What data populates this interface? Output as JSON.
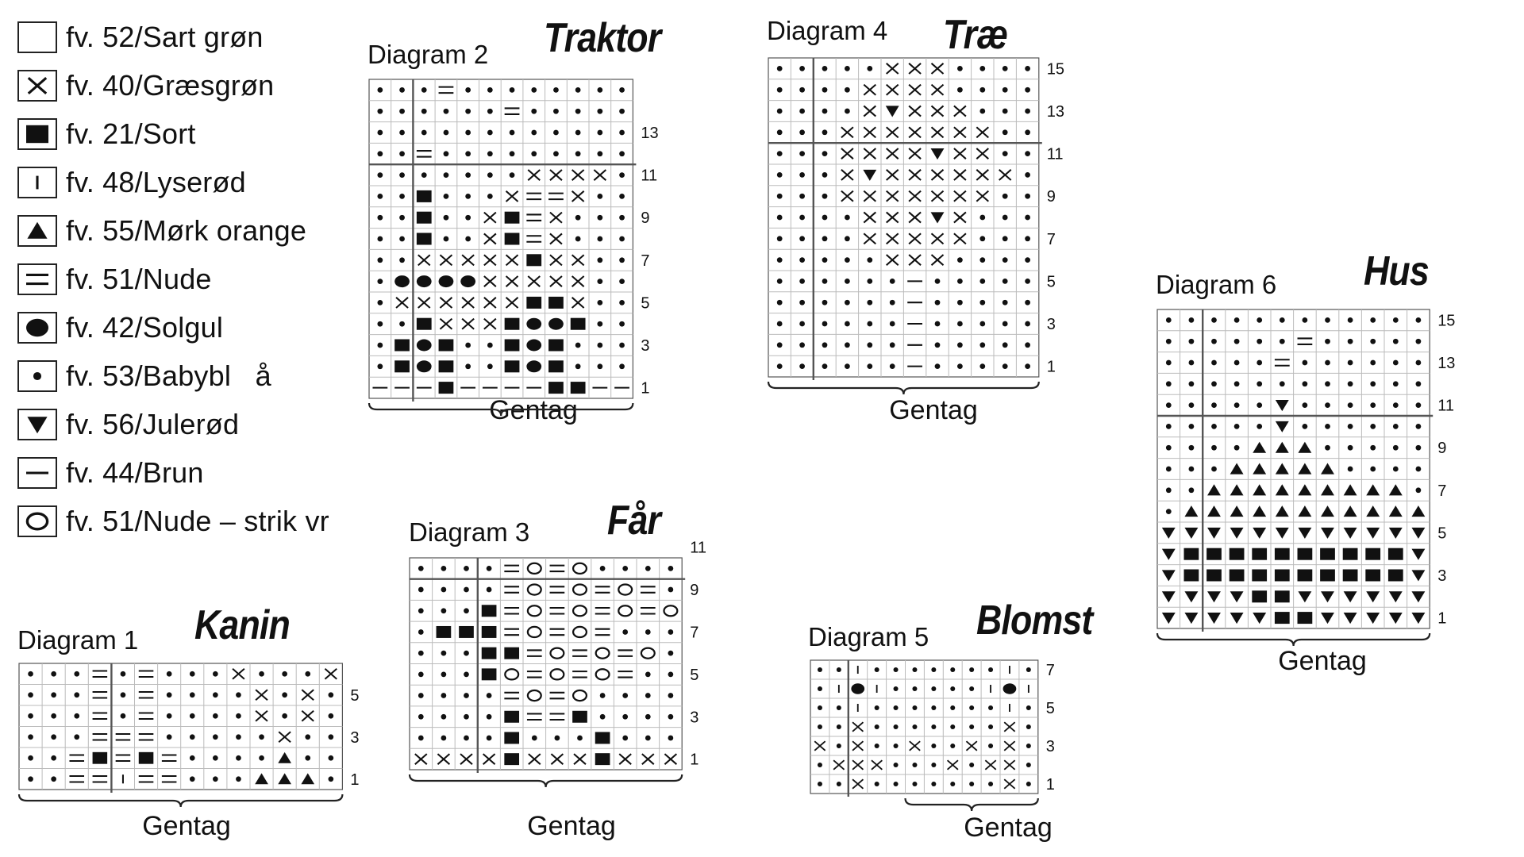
{
  "legend": [
    {
      "sym": "empty",
      "label": "fv. 52/Sart grøn",
      "icon": "empty-square-icon"
    },
    {
      "sym": "x",
      "label": "fv. 40/Græsgrøn",
      "icon": "cross-icon"
    },
    {
      "sym": "sq",
      "label": "fv. 21/Sort",
      "icon": "filled-square-icon"
    },
    {
      "sym": "i",
      "label": "fv. 48/Lyserød",
      "icon": "vertical-bar-icon"
    },
    {
      "sym": "tri",
      "label": "fv. 55/Mørk orange",
      "icon": "triangle-up-icon"
    },
    {
      "sym": "eq",
      "label": "fv. 51/Nude",
      "icon": "equals-icon"
    },
    {
      "sym": "big",
      "label": "fv. 42/Solgul",
      "icon": "filled-circle-icon"
    },
    {
      "sym": "dot",
      "label": "fv. 53/Babybl   å",
      "icon": "dot-icon"
    },
    {
      "sym": "tdn",
      "label": "fv. 56/Julerød",
      "icon": "triangle-down-icon"
    },
    {
      "sym": "dash",
      "label": "fv. 44/Brun",
      "icon": "dash-icon"
    },
    {
      "sym": "o",
      "label": "fv. 51/Nude – strik vr",
      "icon": "open-circle-icon"
    }
  ],
  "repeat_label": "Gentag",
  "diagrams": [
    {
      "id": "d1",
      "label": "Diagram 1",
      "motif": "Kanin",
      "row_labels": [
        "1",
        "3",
        "5"
      ],
      "grid": [
        "...=.=...x...x",
        "...=.=....x.x.",
        "...=.=....x.x.",
        "...===.....x..",
        "..=#=#=....t..",
        "..==i==...ttt."
      ]
    },
    {
      "id": "d2",
      "label": "Diagram 2",
      "motif": "Traktor",
      "row_labels": [
        "1",
        "3",
        "5",
        "7",
        "9",
        "11",
        "13"
      ],
      "grid": [
        "...=........",
        "......=.....",
        "............",
        "..=.........",
        ".......xxxx.",
        "..#...x==x..",
        "..#..x#=x...",
        "..#..x#=x...",
        "..xxxxx#xx..",
        ".OOOOxxxxx..",
        ".xxxxxx##x..",
        "..#xxx#OO#..",
        ".#O#..#O#...",
        ".#O#..#O#...",
        "---#----##---"
      ]
    },
    {
      "id": "d3",
      "label": "Diagram 3",
      "motif": "Får",
      "row_labels": [
        "1",
        "3",
        "5",
        "7",
        "9",
        "11"
      ],
      "grid": [
        "....=o=o......",
        "....=o=o=o=...",
        "...#=o=o=o=o=.",
        ".###=o=o=.....",
        "...##=o=o=o...",
        "...#o=o=o=....",
        "....=o=o......",
        "....#==#......",
        "....#...#.....",
        "xxxx#xxx#xxxx."
      ]
    },
    {
      "id": "d4",
      "label": "Diagram 4",
      "motif": "Træ",
      "row_labels": [
        "1",
        "3",
        "5",
        "7",
        "9",
        "11",
        "13",
        "15"
      ],
      "grid": [
        ".....xxx.....",
        "....xxxx.....",
        "....xvxxx....",
        "...xxxxxxx...",
        "...xxxxvxx...",
        "...xvxxxxxx..",
        "...xxxxxxx...",
        "....xxxvx....",
        "....xxxxx....",
        ".....xxx.....",
        "......-......",
        "......-......",
        "......-......",
        "......-......",
        "......-......"
      ]
    },
    {
      "id": "d5",
      "label": "Diagram 5",
      "motif": "Blomst",
      "row_labels": [
        "1",
        "3",
        "5",
        "7"
      ],
      "grid": [
        "..i.......i...",
        ".iBi.....iBi..",
        "..i.......i...",
        "..x.......x...",
        "x.x..x..x.x.x.",
        ".xxx...x.xx...",
        "..x.......x..."
      ]
    },
    {
      "id": "d6",
      "label": "Diagram 6",
      "motif": "Hus",
      "row_labels": [
        "1",
        "3",
        "5",
        "7",
        "9",
        "11",
        "13",
        "15"
      ],
      "grid": [
        "............",
        "......=.....",
        ".....=......",
        "............",
        ".....v......",
        ".....v......",
        "....ttt.....",
        "...ttttt....",
        "..ttttttttt.",
        ".ttttttttttt",
        "vvvvvvvvvvvv",
        "v##########v",
        "v##########v",
        "vvvv##vvvvvv",
        "vvvvv##vvvvv"
      ]
    }
  ]
}
